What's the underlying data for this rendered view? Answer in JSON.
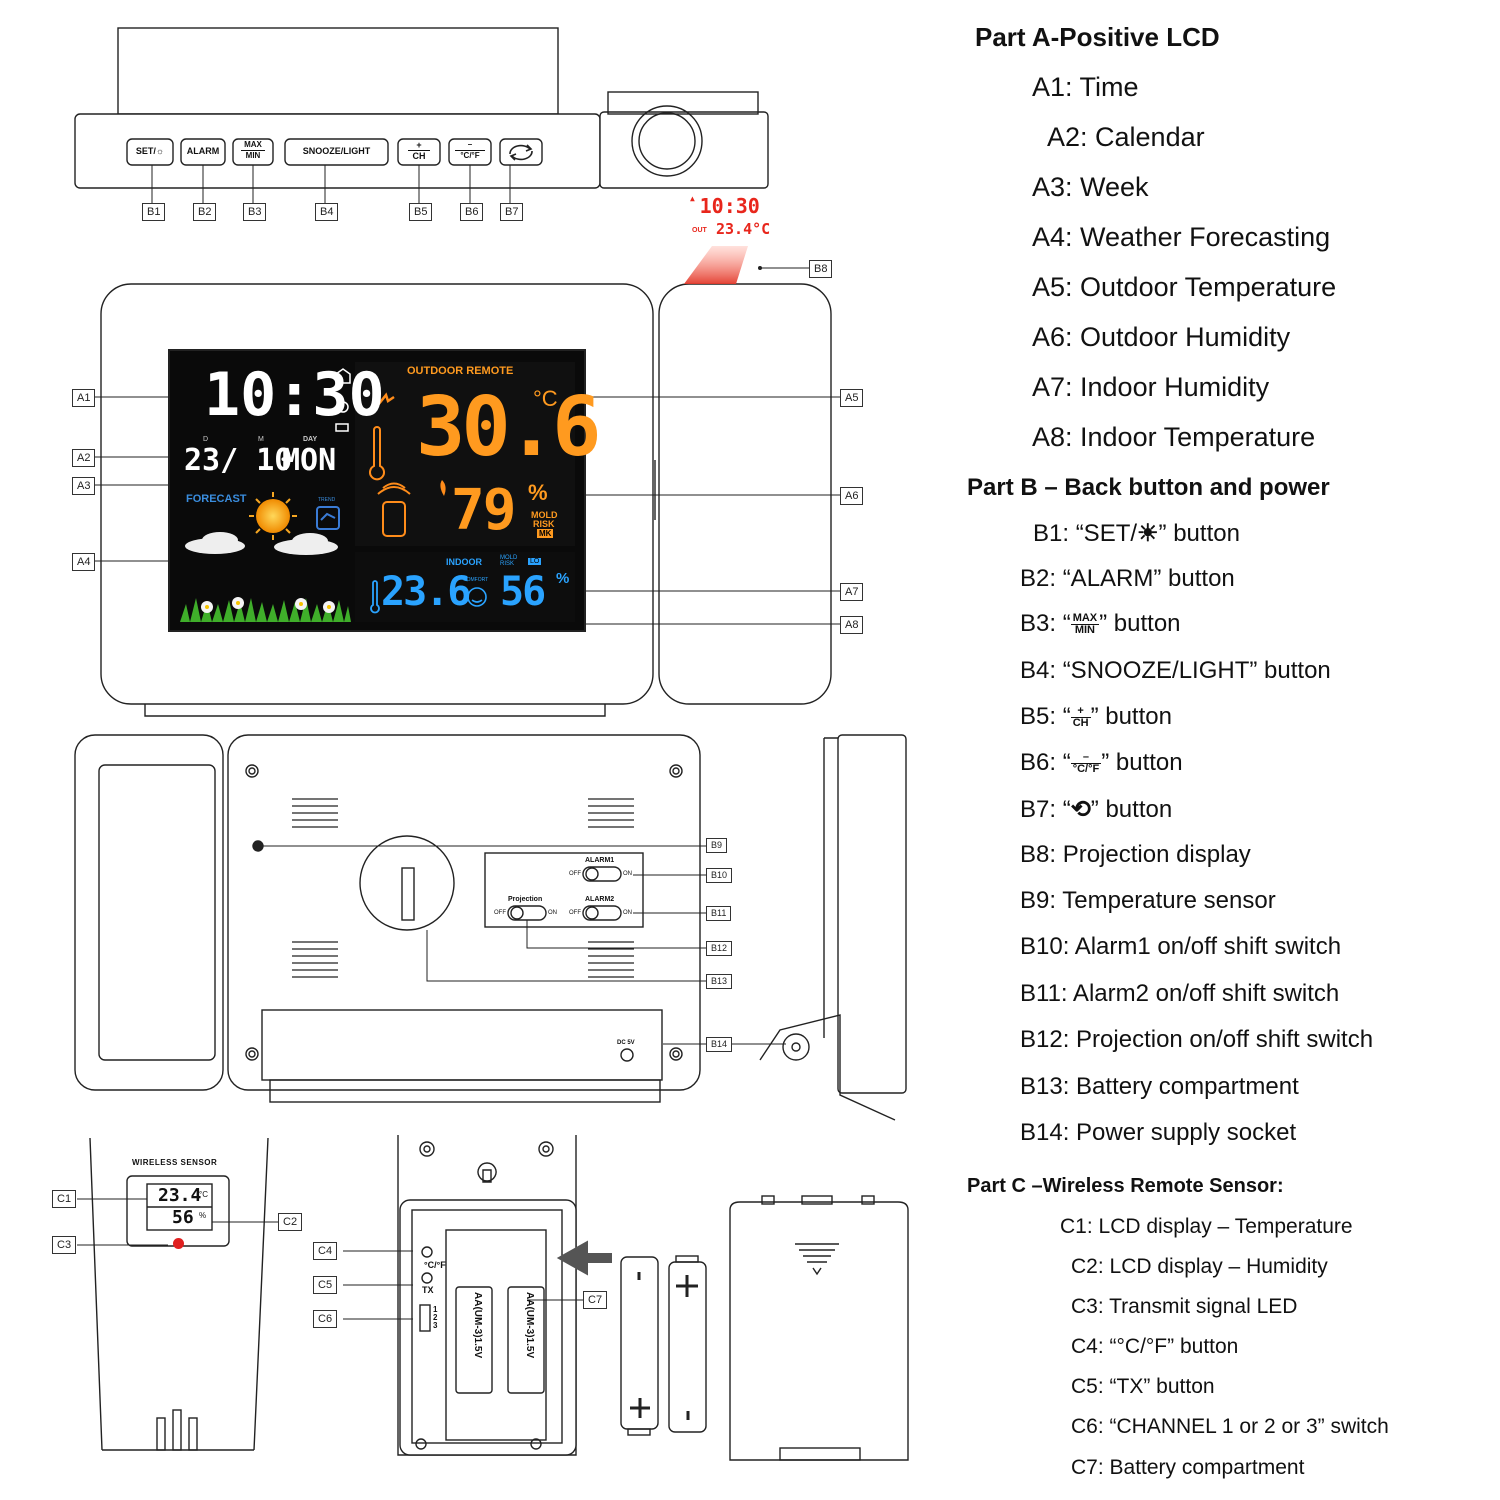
{
  "legend": {
    "part_a": {
      "heading": "Part A-Positive LCD",
      "items": [
        "A1: Time",
        "A2: Calendar",
        "A3: Week",
        "A4: Weather Forecasting",
        "A5: Outdoor Temperature",
        "A6: Outdoor Humidity",
        "A7: Indoor Humidity",
        "A8: Indoor Temperature"
      ]
    },
    "part_b": {
      "heading": "Part B – Back button and power",
      "b1": {
        "pre": "B1: “SET/",
        "post": "” button"
      },
      "b2": "B2: “ALARM” button",
      "b3": {
        "pre": "B3: “",
        "top": "MAX",
        "bottom": "MIN",
        "post": "” button"
      },
      "b4": "B4: “SNOOZE/LIGHT” button",
      "b5": {
        "pre": "B5: “",
        "top": "+",
        "bottom": "CH",
        "post": "” button"
      },
      "b6": {
        "pre": "B6: “",
        "top": "–",
        "bottom": "°C/°F",
        "post": "” button"
      },
      "b7": {
        "pre": "B7: “",
        "post": "” button"
      },
      "items": [
        "B8: Projection display",
        "B9: Temperature sensor",
        "B10: Alarm1 on/off shift switch",
        "B11: Alarm2 on/off shift switch",
        "B12: Projection on/off shift switch",
        "B13: Battery compartment",
        "B14: Power supply socket"
      ]
    },
    "part_c": {
      "heading": "Part C –Wireless Remote Sensor:",
      "items": [
        "C1: LCD display – Temperature",
        "C2: LCD display – Humidity",
        "C3: Transmit signal LED",
        "C4: “°C/°F” button",
        "C5: “TX” button",
        "C6: “CHANNEL 1 or 2 or 3” switch",
        "C7: Battery compartment"
      ]
    }
  },
  "top_buttons": [
    "SET/☼",
    "ALARM",
    "MAX",
    "MIN",
    "SNOOZE/LIGHT",
    "+",
    "CH",
    "–",
    "°C/°F"
  ],
  "callouts": {
    "b_top": [
      "B1",
      "B2",
      "B3",
      "B4",
      "B5",
      "B6",
      "B7"
    ],
    "b8": "B8",
    "a_left": [
      "A1",
      "A2",
      "A3",
      "A4"
    ],
    "a_right": [
      "A5",
      "A6",
      "A7",
      "A8"
    ],
    "b_back": [
      "B9",
      "B10",
      "B11",
      "B12",
      "B13",
      "B14"
    ],
    "c_left": [
      "C1",
      "C3",
      "C4",
      "C5",
      "C6"
    ],
    "c2": "C2",
    "c7": "C7"
  },
  "projection": {
    "time": "10:30",
    "out_label": "OUT",
    "temp": "23.4°C"
  },
  "lcd": {
    "time": "10:30",
    "date": "23/ 10",
    "day_label": "D",
    "month_label": "M",
    "dow_label": "DAY",
    "dow": "MON",
    "forecast": "FORECAST",
    "trend": "TREND",
    "outdoor_remote": "OUTDOOR REMOTE",
    "out_temp": "30.6",
    "out_unit": "°C",
    "out_hum": "79",
    "percent": "%",
    "mold": "MOLD",
    "risk": "RISK",
    "mk": "MK",
    "indoor": "INDOOR",
    "mold_risk_small": "MOLD RISK",
    "lo": "LO",
    "in_temp": "23.6",
    "comfort": "COMFORT",
    "in_hum": "56"
  },
  "back": {
    "alarm1": "ALARM1",
    "alarm2": "ALARM2",
    "projection": "Projection",
    "off": "OFF",
    "on": "ON",
    "dc": "DC 5V"
  },
  "sensor": {
    "title": "WIRELESS SENSOR",
    "temp": "23.4",
    "temp_unit": "°C",
    "hum": "56",
    "hum_unit": "%",
    "cf": "°C/°F",
    "tx": "TX",
    "channels": "1 2 3",
    "battery": "AA(UM-3)1.5V"
  }
}
